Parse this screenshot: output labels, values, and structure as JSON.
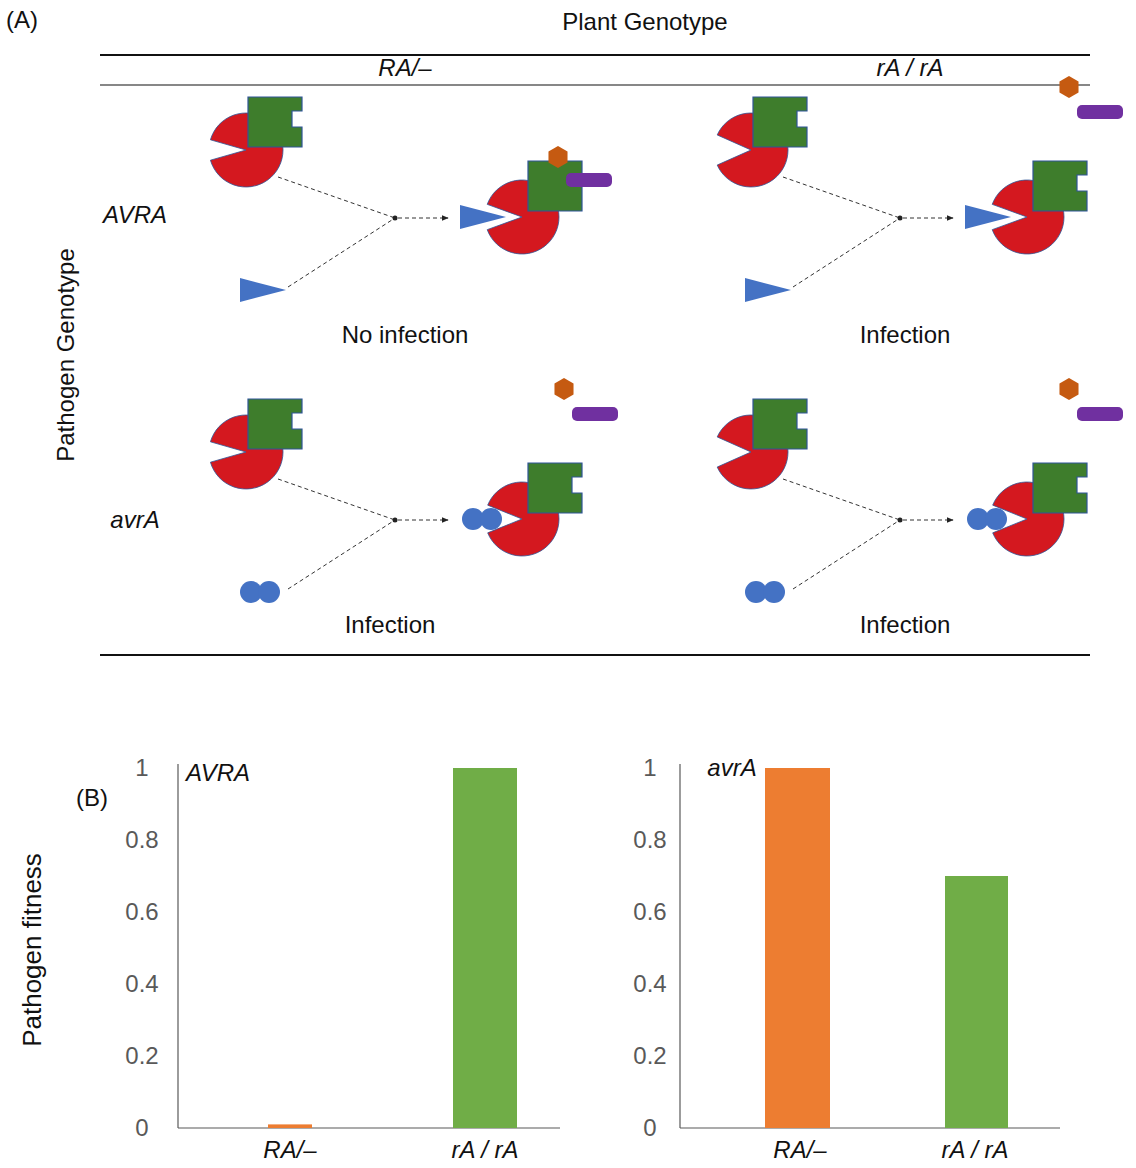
{
  "diagram": {
    "labels": [
      "(A)",
      "Plant Genotype",
      "RA/–",
      "rA / rA",
      "Pathogen Genotype",
      "AVRA",
      "avrA",
      "No infection",
      "Infection",
      "Infection",
      "Infection",
      "(B)",
      "AVRA",
      "avrA",
      "Pathogen fitness",
      "1",
      "0.8",
      "0.6",
      "0.4",
      "0.2",
      "0",
      "1",
      "0.8",
      "0.6",
      "0.4",
      "0.2",
      "0",
      "RA/–",
      "rA / rA",
      "RA/–",
      "rA / rA"
    ]
  }
}
